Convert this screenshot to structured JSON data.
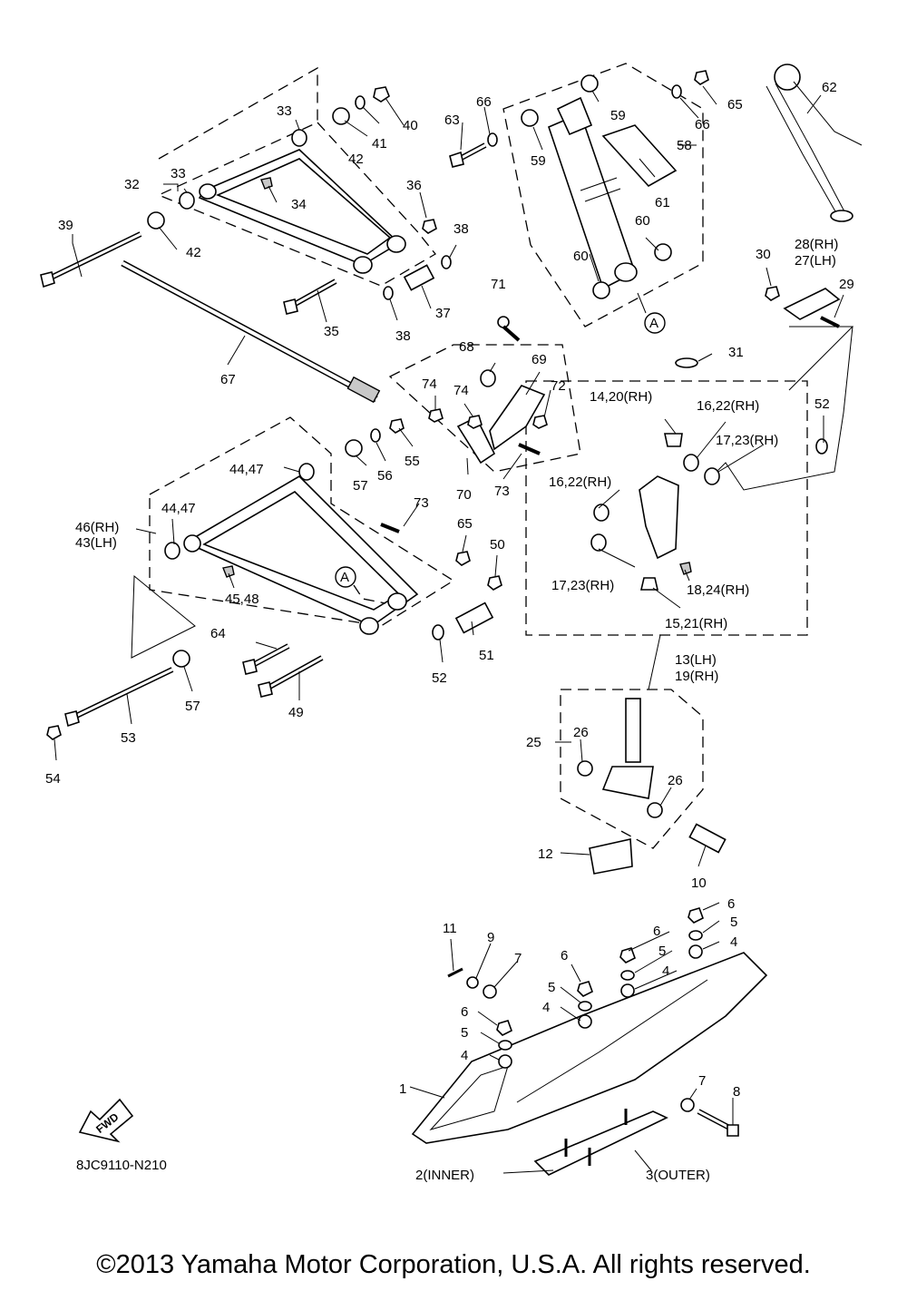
{
  "diagram_code": "8JC9110-N210",
  "copyright": "©2013 Yamaha Motor Corporation, U.S.A. All rights reserved.",
  "fwd_label": "FWD",
  "callout_A": "A",
  "part_labels": [
    "1",
    "2(INNER)",
    "3(OUTER)",
    "4",
    "4",
    "4",
    "4",
    "5",
    "5",
    "5",
    "5",
    "6",
    "6",
    "6",
    "6",
    "7",
    "7",
    "8",
    "9",
    "10",
    "11",
    "12",
    "13(LH)",
    "19(RH)",
    "14,20(RH)",
    "15,21(RH)",
    "16,22(RH)",
    "16,22(RH)",
    "17,23(RH)",
    "17,23(RH)",
    "18,24(RH)",
    "25",
    "26",
    "26",
    "28(RH)",
    "27(LH)",
    "29",
    "30",
    "31",
    "32",
    "33",
    "33",
    "34",
    "35",
    "36",
    "37",
    "38",
    "38",
    "39",
    "40",
    "41",
    "42",
    "42",
    "44,47",
    "44,47",
    "46(RH)",
    "43(LH)",
    "45,48",
    "49",
    "50",
    "51",
    "52",
    "52",
    "53",
    "54",
    "55",
    "56",
    "57",
    "57",
    "58",
    "59",
    "59",
    "60",
    "60",
    "61",
    "62",
    "63",
    "64",
    "65",
    "65",
    "66",
    "66",
    "67",
    "68",
    "69",
    "70",
    "71",
    "72",
    "73",
    "73",
    "74",
    "74"
  ],
  "icons": [
    "fwd-arrow-icon",
    "callout-a-icon"
  ]
}
